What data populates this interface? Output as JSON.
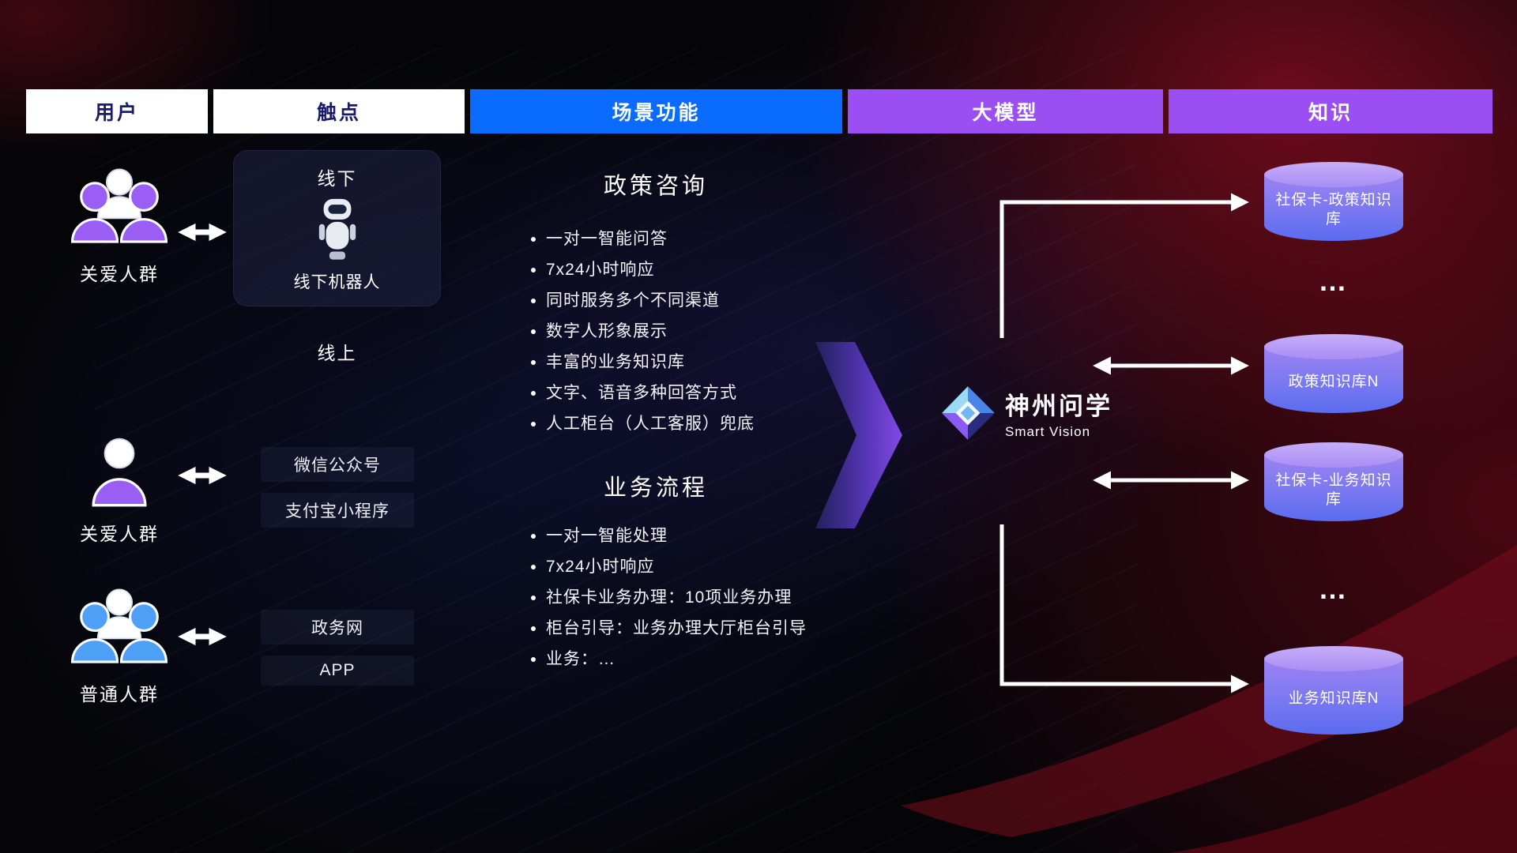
{
  "header": {
    "columns": [
      {
        "label": "用户"
      },
      {
        "label": "触点"
      },
      {
        "label": "场景功能"
      },
      {
        "label": "大模型"
      },
      {
        "label": "知识"
      }
    ]
  },
  "users": {
    "groups": [
      {
        "label": "关爱人群",
        "icon": "group-people-purple-icon"
      },
      {
        "label": "关爱人群",
        "icon": "person-purple-icon"
      },
      {
        "label": "普通人群",
        "icon": "group-people-blue-icon"
      }
    ]
  },
  "touchpoints": {
    "offline": {
      "title": "线下",
      "device": "线下机器人",
      "icon": "robot-icon"
    },
    "online_title": "线上",
    "online_channels": [
      "微信公众号",
      "支付宝小程序"
    ],
    "gov_channels": [
      "政务网",
      "APP"
    ]
  },
  "scenarios": {
    "policy": {
      "title": "政策咨询",
      "items": [
        "一对一智能问答",
        "7x24小时响应",
        "同时服务多个不同渠道",
        "数字人形象展示",
        "丰富的业务知识库",
        "文字、语音多种回答方式",
        "人工柜台（人工客服）兜底"
      ]
    },
    "business": {
      "title": "业务流程",
      "items": [
        "一对一智能处理",
        "7x24小时响应",
        "社保卡业务办理：10项业务办理",
        "柜台引导：业务办理大厅柜台引导",
        "业务：…"
      ]
    }
  },
  "model": {
    "name": "神州问学",
    "subtitle": "Smart Vision",
    "icon": "diamond-logo-icon"
  },
  "knowledge": {
    "db1": "社保卡-政策知识库",
    "ellipsis1": "…",
    "db2": "政策知识库N",
    "db3": "社保卡-业务知识库",
    "ellipsis2": "…",
    "db4": "业务知识库N"
  },
  "colors": {
    "header_blue": "#0a6cff",
    "header_purple": "#9b4ef2",
    "cylinder_top": "#c6aef8",
    "cylinder_bottom": "#5a6cf0",
    "arrow_white": "#ffffff",
    "big_arrow_purple": "#8a4cf0",
    "background_red": "#8e0f24",
    "background_black": "#050508"
  }
}
